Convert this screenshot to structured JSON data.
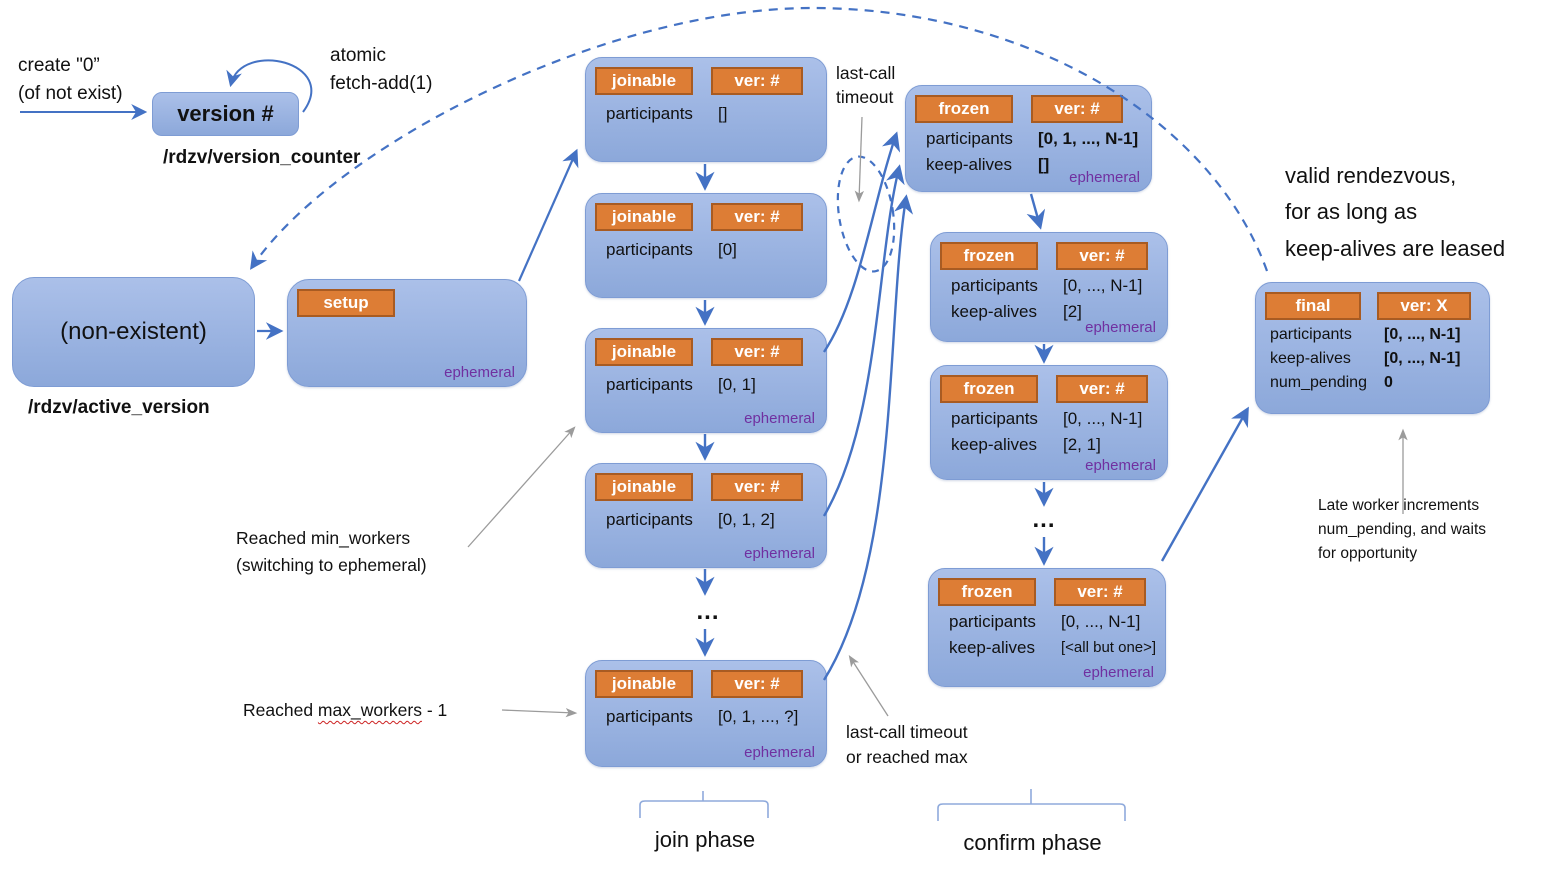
{
  "colors": {
    "box_blue": "#8FAADC",
    "badge_orange": "#DD7D35",
    "arrow_blue": "#4472C4",
    "ephemeral_purple": "#7030A0",
    "gray_arrow": "#9b9b9b"
  },
  "version_counter": {
    "create_label": "create \"0”\n(of not exist)",
    "atomic_label": "atomic\nfetch-add(1)",
    "box_label": "version #",
    "path_label": "/rdzv/version_counter"
  },
  "active_version": {
    "nonexistent_label": "(non-existent)",
    "path_label": "/rdzv/active_version",
    "setup": {
      "badge": "setup",
      "ephemeral": "ephemeral"
    }
  },
  "join_column": {
    "dots": "...",
    "phase_label": "join phase",
    "states": [
      {
        "badge": "joinable",
        "ver": "ver: #",
        "field": "participants",
        "value": "[]",
        "ephemeral": ""
      },
      {
        "badge": "joinable",
        "ver": "ver: #",
        "field": "participants",
        "value": "[0]",
        "ephemeral": ""
      },
      {
        "badge": "joinable",
        "ver": "ver: #",
        "field": "participants",
        "value": "[0, 1]",
        "ephemeral": "ephemeral"
      },
      {
        "badge": "joinable",
        "ver": "ver: #",
        "field": "participants",
        "value": "[0, 1, 2]",
        "ephemeral": "ephemeral"
      },
      {
        "badge": "joinable",
        "ver": "ver: #",
        "field": "participants",
        "value": "[0, 1, ..., ?]",
        "ephemeral": "ephemeral"
      }
    ]
  },
  "confirm_column": {
    "dots": "...",
    "phase_label": "confirm phase",
    "states": [
      {
        "badge": "frozen",
        "ver": "ver: #",
        "rows": [
          [
            "participants",
            "[0, 1, ..., N-1]"
          ],
          [
            "keep-alives",
            "[]"
          ]
        ],
        "ephemeral": "ephemeral"
      },
      {
        "badge": "frozen",
        "ver": "ver: #",
        "rows": [
          [
            "participants",
            "[0, ..., N-1]"
          ],
          [
            "keep-alives",
            "[2]"
          ]
        ],
        "ephemeral": "ephemeral"
      },
      {
        "badge": "frozen",
        "ver": "ver: #",
        "rows": [
          [
            "participants",
            "[0, ..., N-1]"
          ],
          [
            "keep-alives",
            "[2, 1]"
          ]
        ],
        "ephemeral": "ephemeral"
      },
      {
        "badge": "frozen",
        "ver": "ver: #",
        "rows": [
          [
            "participants",
            "[0, ..., N-1]"
          ],
          [
            "keep-alives",
            "[<all but one>]"
          ]
        ],
        "ephemeral": "ephemeral"
      }
    ]
  },
  "final_box": {
    "badge": "final",
    "ver": "ver: X",
    "rows": [
      [
        "participants",
        "[0, ..., N-1]"
      ],
      [
        "keep-alives",
        "[0, ..., N-1]"
      ],
      [
        "num_pending",
        "0"
      ]
    ]
  },
  "annotations": {
    "last_call_timeout": "last-call\ntimeout",
    "last_call_or_max": "last-call timeout\nor reached max",
    "reached_min": "Reached min_workers\n(switching to ephemeral)",
    "reached_max_pre": "Reached ",
    "reached_max_word": "max_workers",
    "reached_max_post": " - 1",
    "valid_rendezvous": "valid rendezvous,\nfor as long as\nkeep-alives are leased",
    "late_worker": "Late worker increments\nnum_pending, and waits\nfor opportunity"
  }
}
